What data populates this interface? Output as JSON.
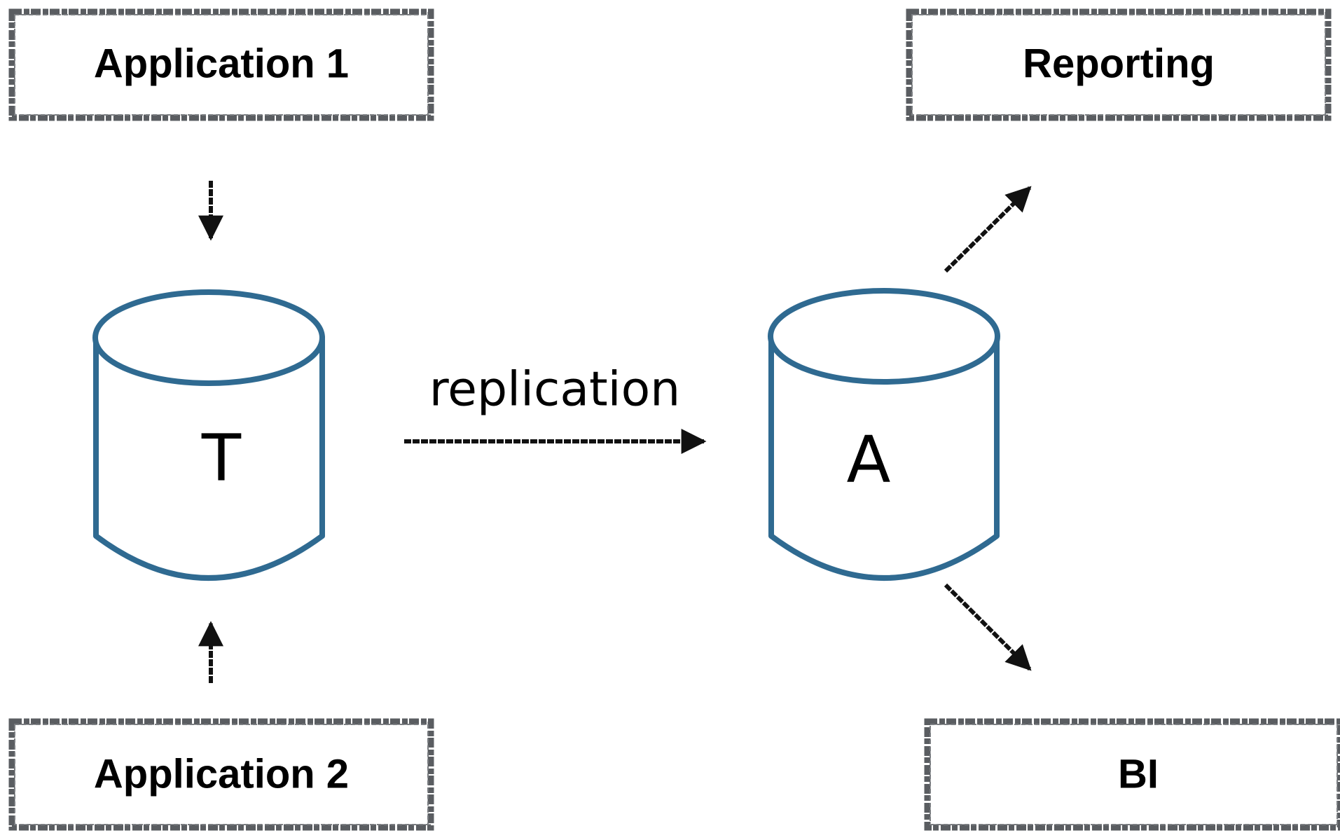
{
  "boxes": {
    "app1": "Application 1",
    "app2": "Application 2",
    "reporting": "Reporting",
    "bi": "BI"
  },
  "databases": {
    "transactional": "T",
    "analytical": "A"
  },
  "edge_labels": {
    "replication": "replication"
  },
  "colors": {
    "box_border": "#5a5d61",
    "cylinder_stroke": "#2f6a91",
    "arrow": "#111111",
    "background": "#ffffff"
  }
}
